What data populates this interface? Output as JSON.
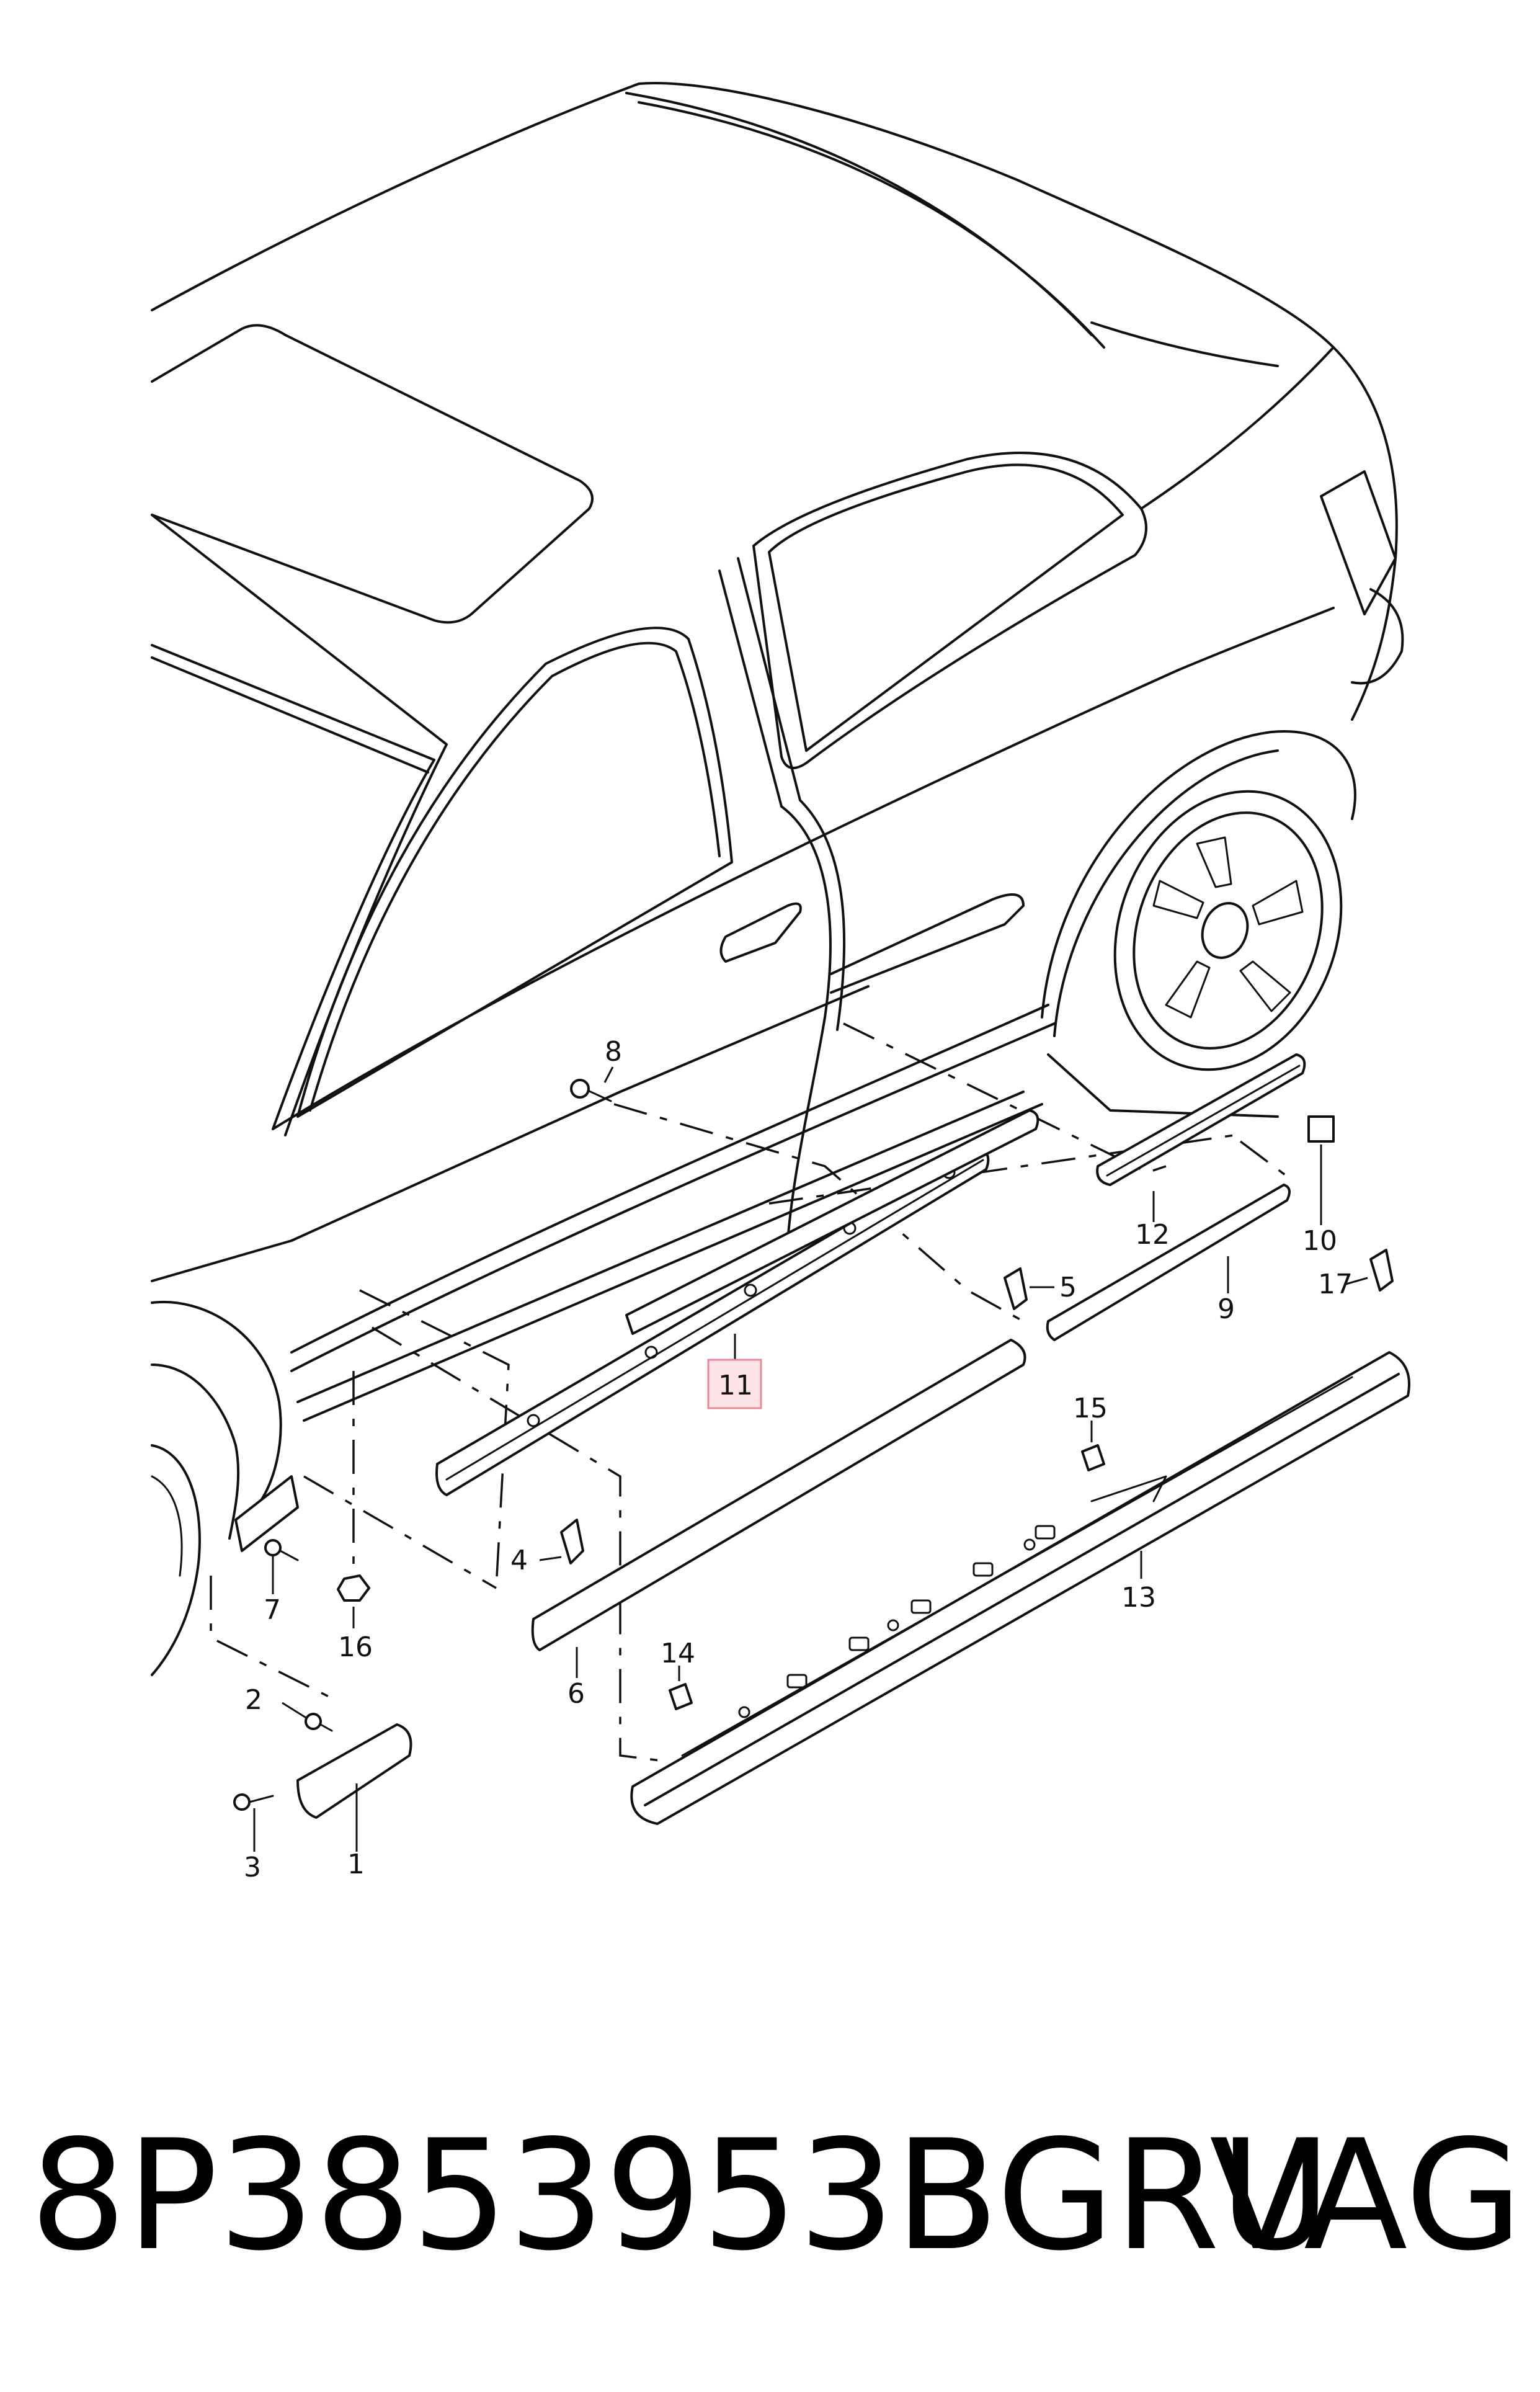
{
  "diagram": {
    "highlighted_callout": "11",
    "callouts": [
      {
        "id": "c1",
        "label": "1"
      },
      {
        "id": "c2",
        "label": "2"
      },
      {
        "id": "c3",
        "label": "3"
      },
      {
        "id": "c4",
        "label": "4"
      },
      {
        "id": "c5",
        "label": "5"
      },
      {
        "id": "c6",
        "label": "6"
      },
      {
        "id": "c7",
        "label": "7"
      },
      {
        "id": "c8",
        "label": "8"
      },
      {
        "id": "c9",
        "label": "9"
      },
      {
        "id": "c10",
        "label": "10"
      },
      {
        "id": "c11",
        "label": "11"
      },
      {
        "id": "c12",
        "label": "12"
      },
      {
        "id": "c13",
        "label": "13"
      },
      {
        "id": "c14",
        "label": "14"
      },
      {
        "id": "c15",
        "label": "15"
      },
      {
        "id": "c16",
        "label": "16"
      },
      {
        "id": "c17",
        "label": "17"
      }
    ]
  },
  "footer": {
    "part_number": "8P3853953BGRU",
    "brand": "VAG"
  },
  "colors": {
    "line": "#111111",
    "highlight_fill": "#fde3e6",
    "highlight_stroke": "#e58a96"
  }
}
